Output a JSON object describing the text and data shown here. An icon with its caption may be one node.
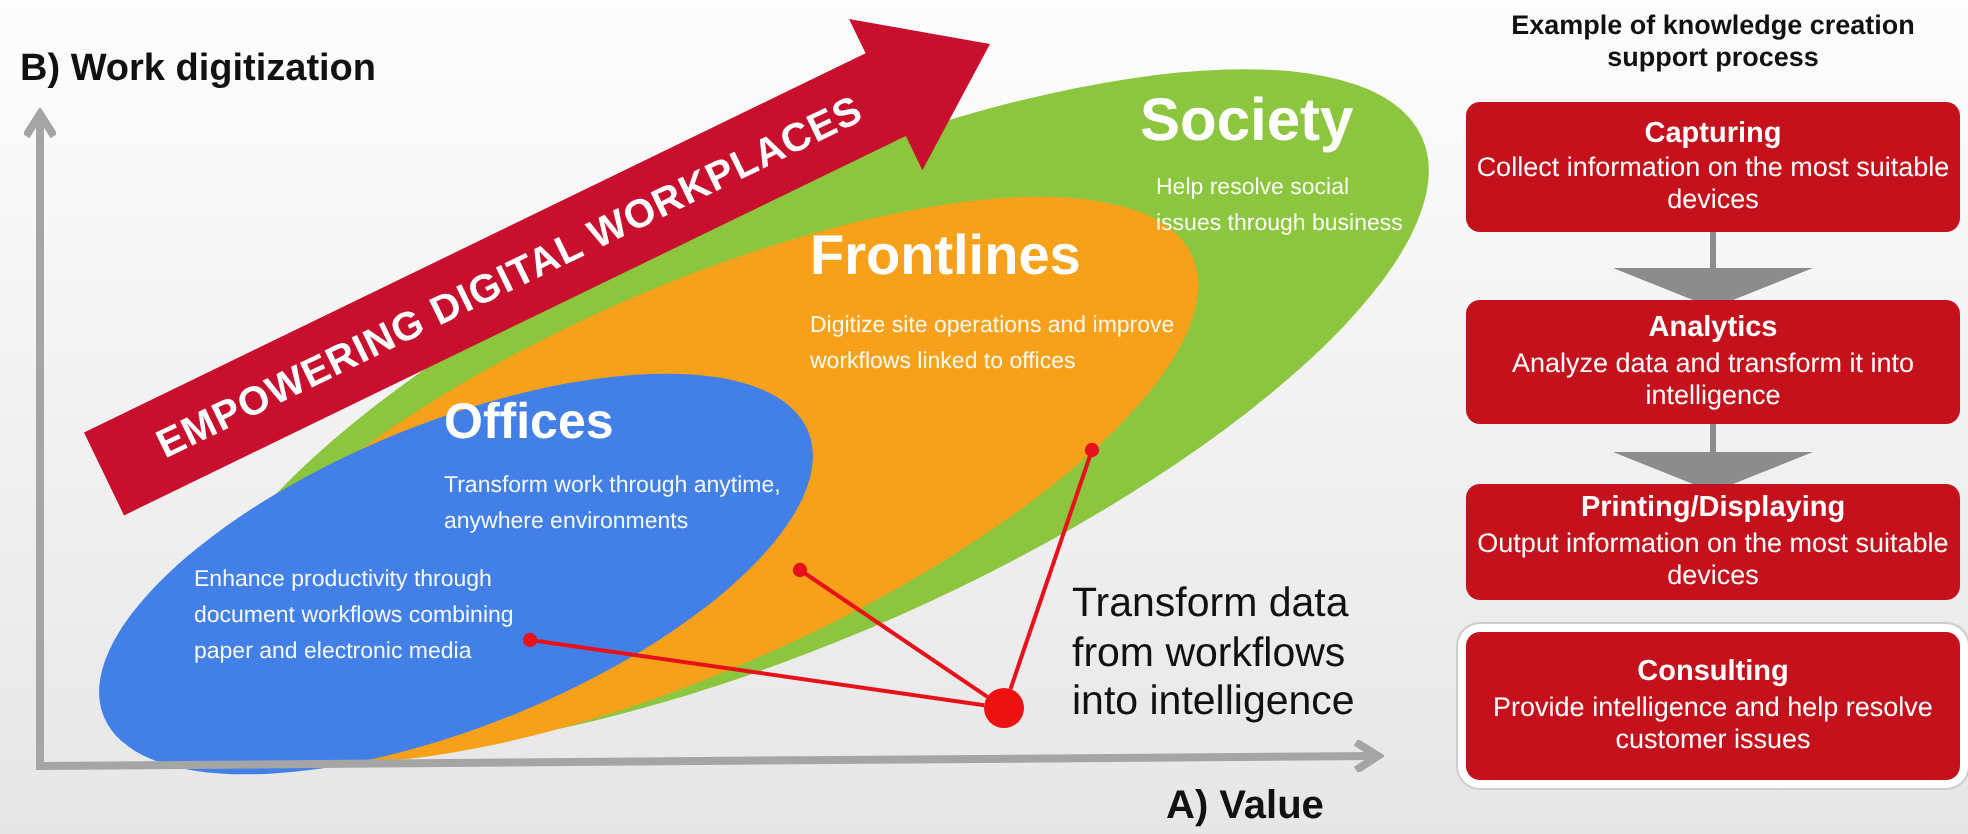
{
  "diagram": {
    "nodes": [
      {
        "text": [
          "Society",
          "Help resolve social issues through business"
        ]
      },
      {
        "text": [
          "Frontlines",
          "Digitize site operations and improve workflows linked to offices"
        ],
        "in": 0
      },
      {
        "text": [
          "Offices",
          "Transform work through anytime, anywhere environments",
          "Enhance productivity through document workflows combining paper and electronic media"
        ],
        "in": 1
      },
      {
        "text": [],
        "shape": "circle",
        "beside": [
          "Transform data from workflows into intelligence"
        ]
      },
      {
        "text": [
          "Capturing",
          "Collect information on the most suitable devices"
        ]
      },
      {
        "text": [
          "Analytics",
          "Analyze data and transform it into intelligence"
        ]
      },
      {
        "text": [
          "Printing/Displaying",
          "Output information on the most suitable devices"
        ]
      },
      {
        "text": [
          "Consulting",
          "Provide intelligence and help resolve customer issues"
        ]
      }
    ],
    "edges": [
      {
        "from": 3,
        "to": 2,
        "arrow": "other"
      },
      {
        "from": 3,
        "to": 1,
        "arrow": "other"
      },
      {
        "from": 3,
        "to": 0,
        "arrow": "other"
      },
      {
        "from": 4,
        "to": 5,
        "arrow": "to",
        "color": "#8c8c8c"
      },
      {
        "from": 5,
        "to": 6,
        "arrow": "to",
        "color": "#8c8c8c"
      }
    ],
    "labels": [
      "B) Work digitization",
      "EMPOWERING DIGITAL WORKPLACES",
      "A) Value",
      "Example of knowledge creation support process"
    ]
  }
}
